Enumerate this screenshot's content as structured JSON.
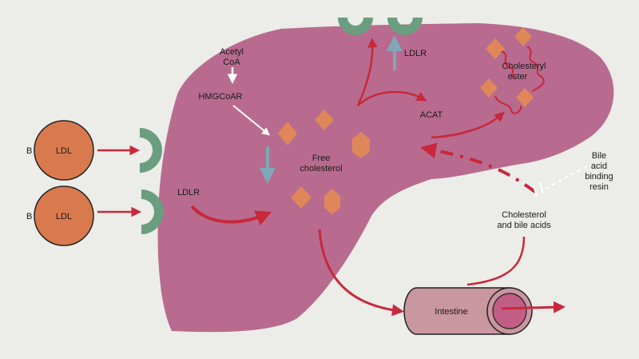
{
  "colors": {
    "background": "#ecece8",
    "liver": "#b86b8f",
    "ldl_particle": "#d97a4e",
    "receptor": "#6b9e7e",
    "cholesterol_molecule": "#e0875a",
    "flow_arrow": "#c8283a",
    "ldlr_arrow": "#7fa7b8",
    "intestine_body": "#c9979f",
    "intestine_end": "#c25d85",
    "resin_line": "#ffffff"
  },
  "labels": {
    "ldl_top": "LDL",
    "ldl_bottom": "LDL",
    "b_top": "B",
    "b_bottom": "B",
    "acetyl_line1": "Acetyl",
    "acetyl_line2": "CoA",
    "hmgcoar": "HMGCoAR",
    "ldlr_top": "LDLR",
    "ldlr_left": "LDLR",
    "free_line1": "Free",
    "free_line2": "cholesterol",
    "acat": "ACAT",
    "ester_line1": "Cholesteryl",
    "ester_line2": "ester",
    "resin_line1": "Bile",
    "resin_line2": "acid",
    "resin_line3": "binding",
    "resin_line4": "resin",
    "chol_bile_line1": "Cholesterol",
    "chol_bile_line2": "and bile acids",
    "intestine": "Intestine"
  }
}
